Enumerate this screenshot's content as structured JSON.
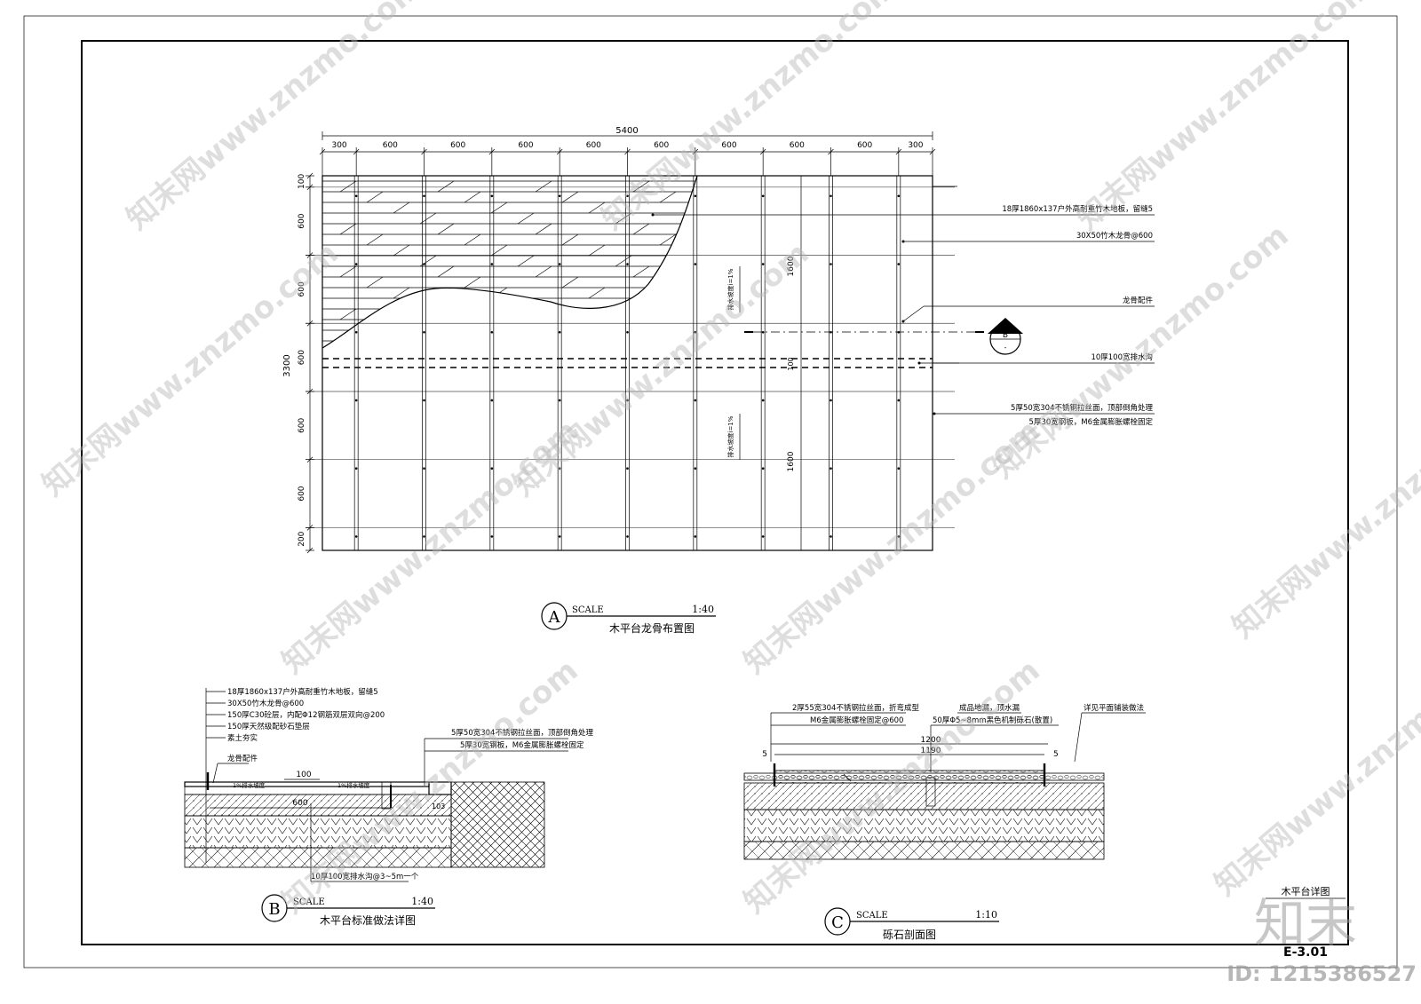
{
  "plan_a": {
    "dim_total": "5400",
    "dims_top": [
      "300",
      "600",
      "600",
      "600",
      "600",
      "600",
      "600",
      "600",
      "600",
      "300"
    ],
    "dim_left_total": "3300",
    "dims_left": [
      "100",
      "600",
      "600",
      "600",
      "600",
      "600",
      "200"
    ],
    "dim_inner_top": "1600",
    "dim_inner_mid": "100",
    "dim_inner_bottom": "1600",
    "slope_upper": "排水坡度i=1%",
    "slope_lower": "排水坡度i=1%",
    "callouts": [
      "18厚1860x137户外高耐重竹木地板，留缝5",
      "30X50竹木龙骨@600",
      "龙骨配件",
      "10厚100宽排水沟",
      "5厚50宽304不锈钢拉丝面，顶部倒角处理",
      "5厚30宽钢板，M6金属膨胀螺栓固定"
    ],
    "section_marker": "B",
    "label_letter": "A",
    "label_scale_word": "SCALE",
    "label_scale": "1:40",
    "label_title": "木平台龙骨布置图"
  },
  "detail_b": {
    "layers": [
      "18厚1860x137户外高耐重竹木地板，留缝5",
      "30X50竹木龙骨@600",
      "150厚C30砼层，内配Φ12钢筋双层双向@200",
      "150厚天然级配砂石垫层",
      "素土夯实"
    ],
    "keel_part": "龙骨配件",
    "right_notes": [
      "5厚50宽304不锈钢拉丝面，顶部倒角处理",
      "5厚30宽钢板，M6金属膨胀螺栓固定"
    ],
    "dim_100": "100",
    "dim_600": "600",
    "dim_103": "103",
    "slope_left": "1%排水坡度",
    "slope_right": "1%排水坡度",
    "drain_note": "10厚100宽排水沟@3~5m一个",
    "label_letter": "B",
    "label_scale_word": "SCALE",
    "label_scale": "1:40",
    "label_title": "木平台标准做法详图"
  },
  "detail_c": {
    "note_plate": "2厚55宽304不锈钢拉丝面，折弯成型",
    "note_bolt": "M6金属膨胀螺栓固定@600",
    "note_finished": "成品地漏，顶水漏",
    "note_gravel": "50厚Φ5~8mm黑色机制砾石(散置)",
    "note_paving": "详见平面铺装做法",
    "dim_1200": "1200",
    "dim_1190": "1190",
    "dim_5_left": "5",
    "dim_5_right": "5",
    "label_letter": "C",
    "label_scale_word": "SCALE",
    "label_scale": "1:10",
    "label_title": "砾石剖面图"
  },
  "title_block": {
    "sheet_title": "木平台详图",
    "sheet_number": "E-3.01"
  },
  "watermark": {
    "text": "知末网www.znzmo.com",
    "logo": "知末",
    "id_text": "ID: 1215386527"
  }
}
